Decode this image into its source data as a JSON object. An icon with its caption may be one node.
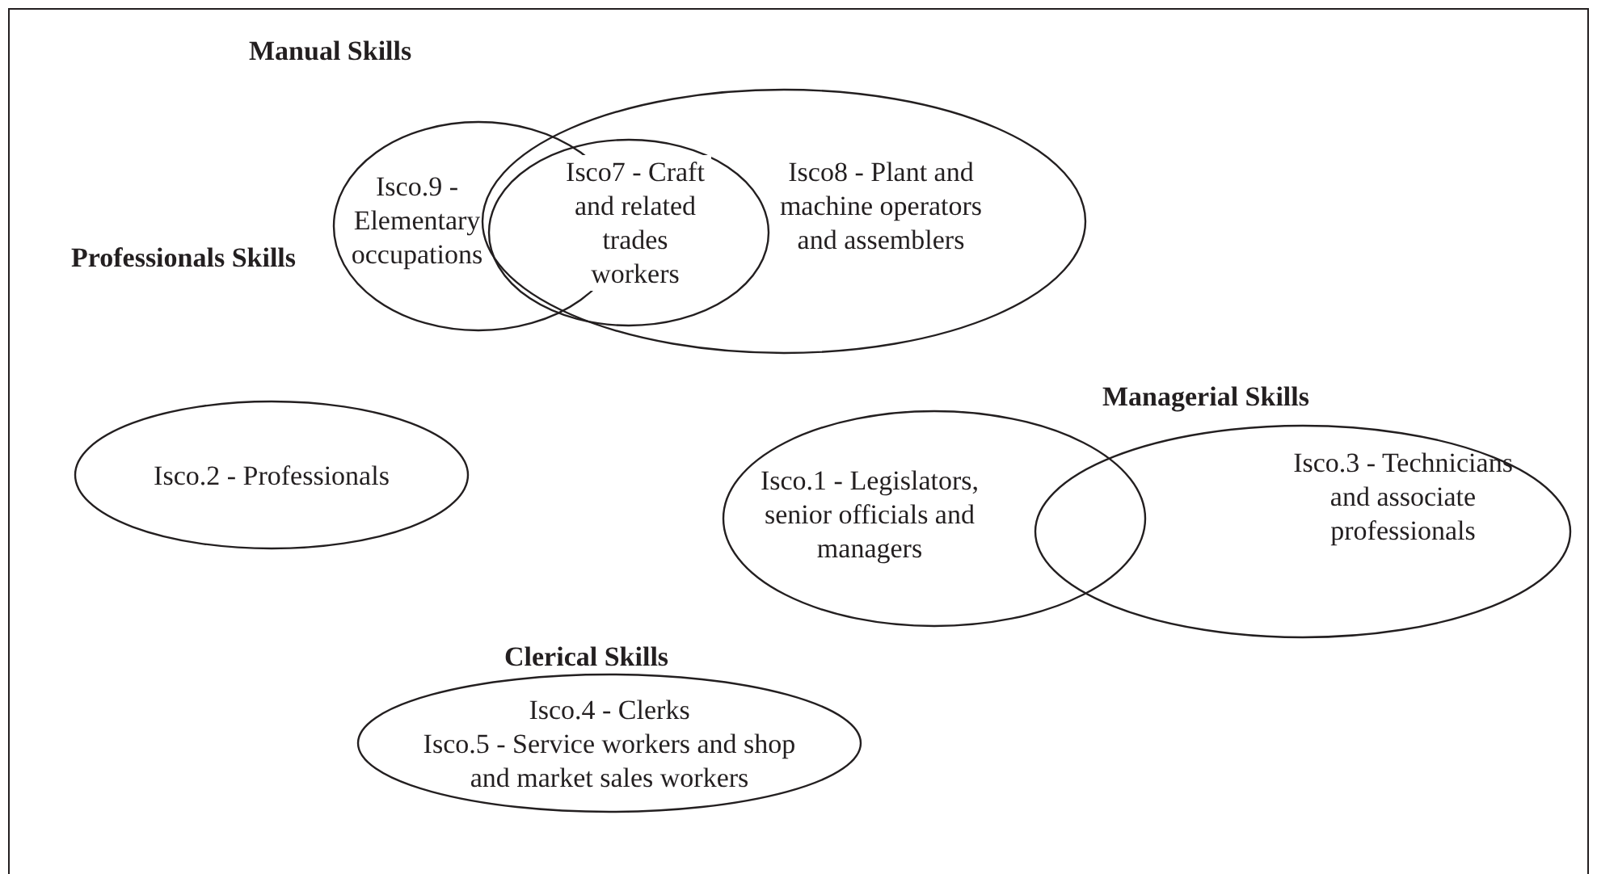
{
  "diagram": {
    "nodes": [
      {
        "text": [
          "Isco.9 - Elementary occupations"
        ]
      },
      {
        "text": [
          "Isco8 - Plant and machine operators and assemblers"
        ]
      },
      {
        "text": [
          "Isco7 - Craft and related trades workers"
        ],
        "in": 1
      },
      {
        "text": [
          "Isco.2 - Professionals"
        ]
      },
      {
        "text": [
          "Isco.1 - Legislators, senior officials and managers"
        ]
      },
      {
        "text": [
          "Isco.3 - Technicians and associate professionals"
        ]
      },
      {
        "text": [
          "Isco.4 - Clerks",
          "Isco.5 - Service workers and shop and market sales workers"
        ]
      }
    ],
    "labels": [
      "Manual Skills",
      "Professionals Skills",
      "Managerial Skills",
      "Clerical Skills"
    ]
  }
}
